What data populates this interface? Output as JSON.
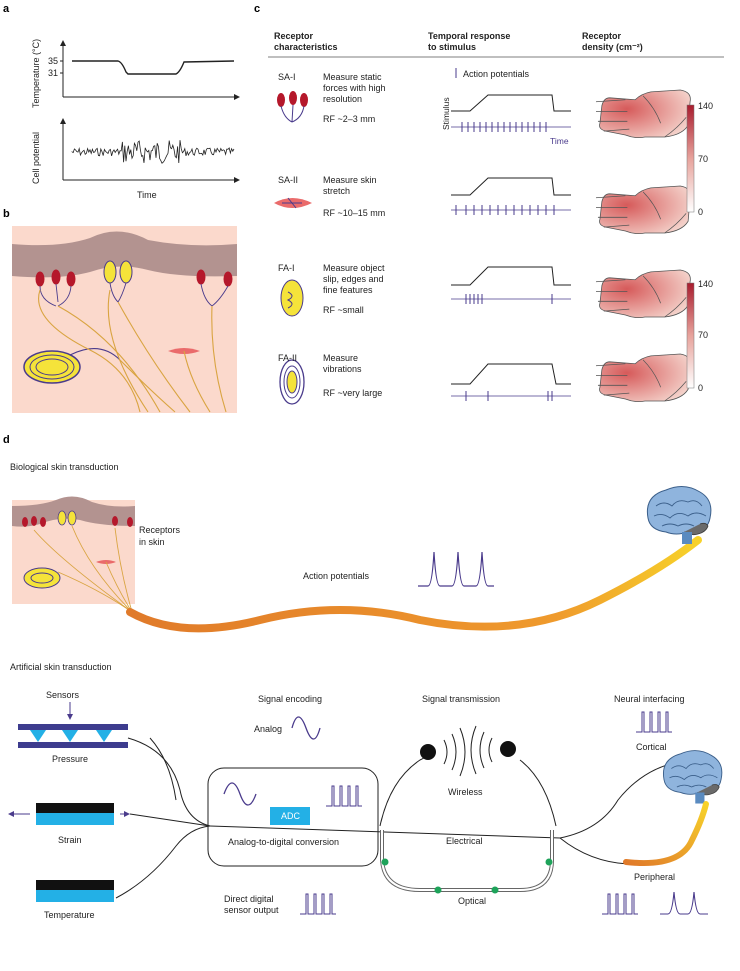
{
  "panels": {
    "a": "a",
    "b": "b",
    "c": "c",
    "d": "d"
  },
  "panel_a": {
    "temp_axis_label": "Temperature (°C)",
    "tick_high": "35",
    "tick_low": "31",
    "cell_axis_label": "Cell potential",
    "time_label": "Time"
  },
  "panel_c": {
    "headers": {
      "characteristics": [
        "Receptor",
        "characteristics"
      ],
      "temporal": [
        "Temporal response",
        "to stimulus"
      ],
      "density": [
        "Receptor",
        "density (cm⁻²)"
      ]
    },
    "legend_action": "Action potentials",
    "stimulus_label": "Stimulus",
    "time_label": "Time",
    "receptors": [
      {
        "name": "SA-I",
        "desc": [
          "Measure static",
          "forces with high",
          "resolution"
        ],
        "rf": "RF ~2–3 mm"
      },
      {
        "name": "SA-II",
        "desc": [
          "Measure skin",
          "stretch"
        ],
        "rf": "RF ~10–15 mm"
      },
      {
        "name": "FA-I",
        "desc": [
          "Measure object",
          "slip, edges and",
          "fine features"
        ],
        "rf": "RF ~small"
      },
      {
        "name": "FA-II",
        "desc": [
          "Measure",
          "vibrations"
        ],
        "rf": "RF ~very large"
      }
    ],
    "colorbar_ticks": [
      "140",
      "70",
      "0"
    ]
  },
  "panel_d": {
    "bio_title": "Biological skin transduction",
    "receptors_label": [
      "Receptors",
      "in skin"
    ],
    "action_potentials": "Action potentials",
    "art_title": "Artificial skin transduction",
    "sensors": "Sensors",
    "pressure": "Pressure",
    "strain": "Strain",
    "temperature": "Temperature",
    "signal_encoding": "Signal encoding",
    "analog": "Analog",
    "adc": "ADC",
    "adc_caption": "Analog-to-digital conversion",
    "direct_digital": [
      "Direct digital",
      "sensor output"
    ],
    "signal_transmission": "Signal transmission",
    "wireless": "Wireless",
    "electrical": "Electrical",
    "optical": "Optical",
    "neural_interfacing": "Neural interfacing",
    "cortical": "Cortical",
    "peripheral": "Peripheral"
  },
  "colors": {
    "receptor_red": "#b5182b",
    "nerve_yellow": "#f5e33a",
    "nerve_orange": "#e8862e",
    "brain_blue": "#8fb4dd",
    "accent_blue": "#23b0e6",
    "spike_purple": "#4a3b8c",
    "skin_pink": "#fbd9cc"
  }
}
